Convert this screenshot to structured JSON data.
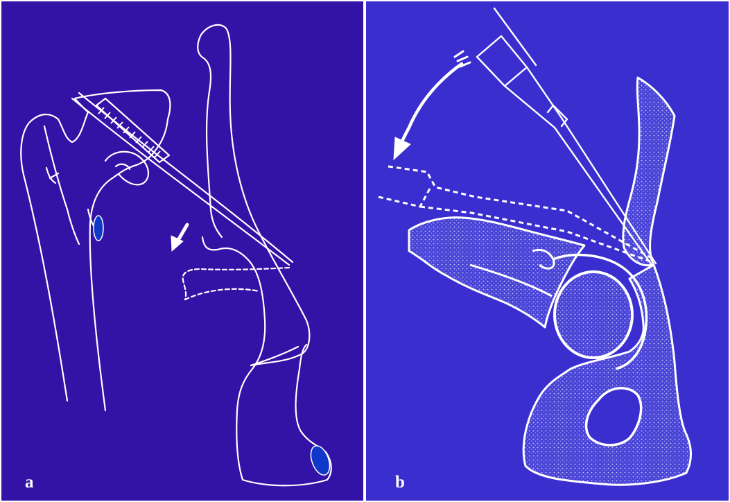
{
  "figure": {
    "panels": [
      {
        "id": "a",
        "label": "a"
      },
      {
        "id": "b",
        "label": "b"
      }
    ]
  },
  "colors": {
    "panel_a_background": "#3312a6",
    "panel_b_background": "#3a2ecf",
    "line": "#ffffff",
    "stipple": "#5a5ce0",
    "marker_fill": "#1038c8",
    "divider": "#ffffff"
  }
}
